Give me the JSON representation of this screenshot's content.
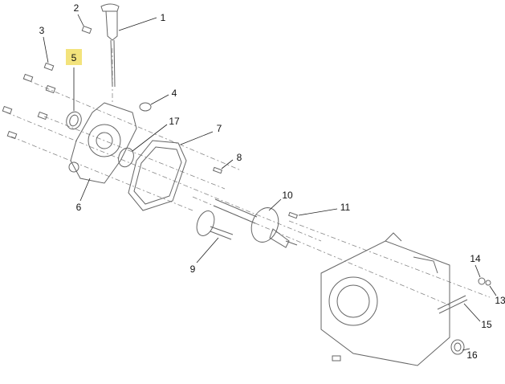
{
  "diagram": {
    "type": "exploded-parts-view",
    "highlight_color": "#f3e37c",
    "highlighted_callout": "5",
    "callouts": [
      "1",
      "2",
      "3",
      "5",
      "4",
      "17",
      "7",
      "8",
      "6",
      "10",
      "11",
      "9",
      "14",
      "13",
      "15",
      "16"
    ]
  }
}
